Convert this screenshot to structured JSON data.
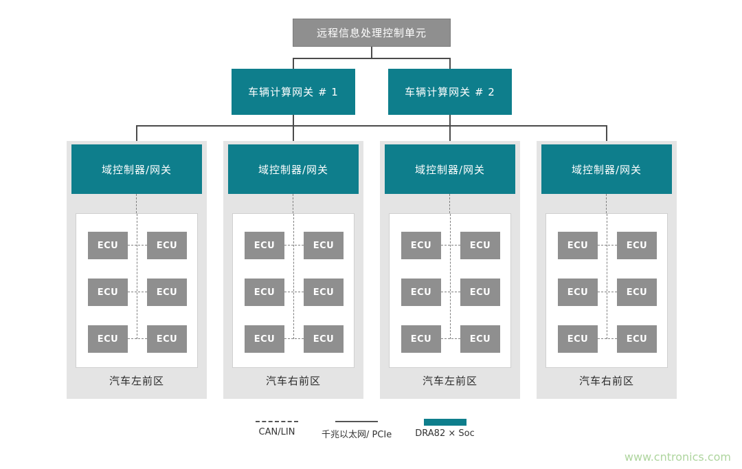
{
  "colors": {
    "teal": "#0e7e8c",
    "box_gray": "#8f8f8f",
    "zone_background": "#e4e4e4",
    "connector_line": "#4a4a4a",
    "watermark_green": "#aed59e"
  },
  "top_unit": {
    "label": "远程信息处理控制单元"
  },
  "gateways": [
    {
      "label": "车辆计算网关 # 1"
    },
    {
      "label": "车辆计算网关 # 2"
    }
  ],
  "zones": [
    {
      "controller": "域控制器/网关",
      "zone_label": "汽车左前区",
      "ecus": [
        "ECU",
        "ECU",
        "ECU",
        "ECU",
        "ECU",
        "ECU"
      ]
    },
    {
      "controller": "域控制器/网关",
      "zone_label": "汽车右前区",
      "ecus": [
        "ECU",
        "ECU",
        "ECU",
        "ECU",
        "ECU",
        "ECU"
      ]
    },
    {
      "controller": "域控制器/网关",
      "zone_label": "汽车左前区",
      "ecus": [
        "ECU",
        "ECU",
        "ECU",
        "ECU",
        "ECU",
        "ECU"
      ]
    },
    {
      "controller": "域控制器/网关",
      "zone_label": "汽车右前区",
      "ecus": [
        "ECU",
        "ECU",
        "ECU",
        "ECU",
        "ECU",
        "ECU"
      ]
    }
  ],
  "legend": {
    "can_lin": "CAN/LIN",
    "ethernet": "千兆以太网/ PCIe",
    "soc": "DRA82 × Soc"
  },
  "watermark": "www.cntronics.com"
}
